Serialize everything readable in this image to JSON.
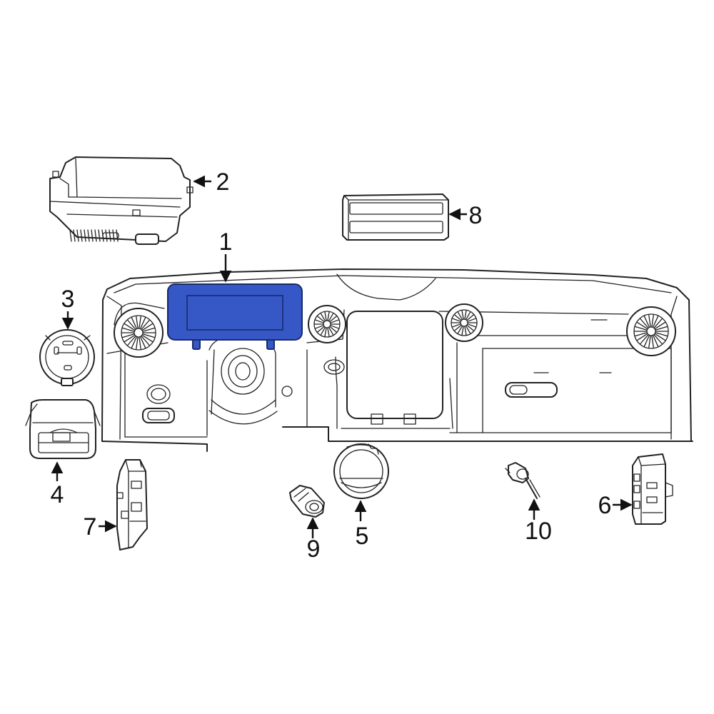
{
  "callouts": [
    "1",
    "2",
    "3",
    "4",
    "5",
    "6",
    "7",
    "8",
    "9",
    "10"
  ],
  "colors": {
    "highlight_fill": "#3558c6",
    "highlight_stroke": "#1a2a6a",
    "line": "#222222",
    "background": "#ffffff"
  }
}
